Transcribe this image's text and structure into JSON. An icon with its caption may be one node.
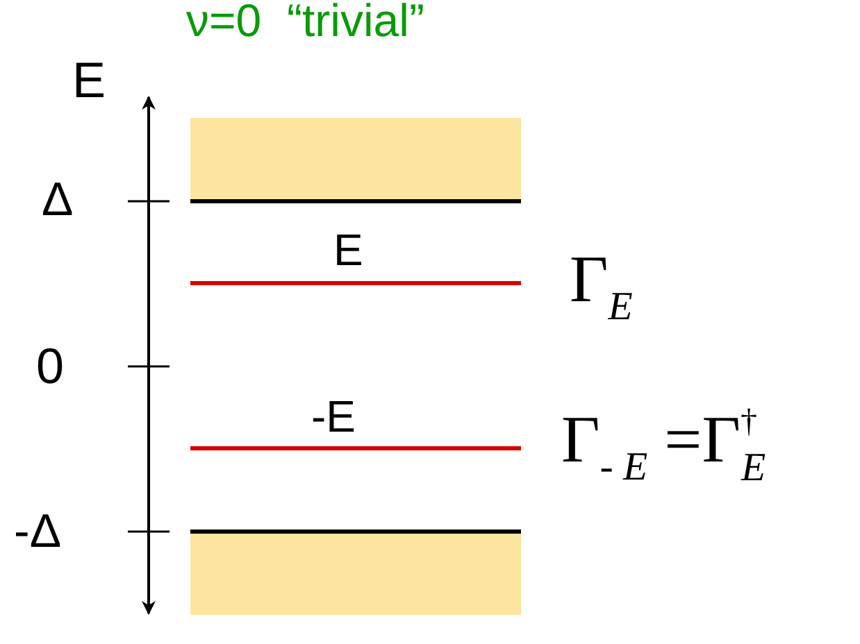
{
  "diagram": {
    "title": "ν=0  “trivial”",
    "labels": [
      "E",
      "Δ",
      "0",
      "-Δ",
      "E",
      "-E",
      "Γ$_{E}$",
      "Γ$_{- E}$ =Γ$^{†}$$_{E}$"
    ]
  }
}
